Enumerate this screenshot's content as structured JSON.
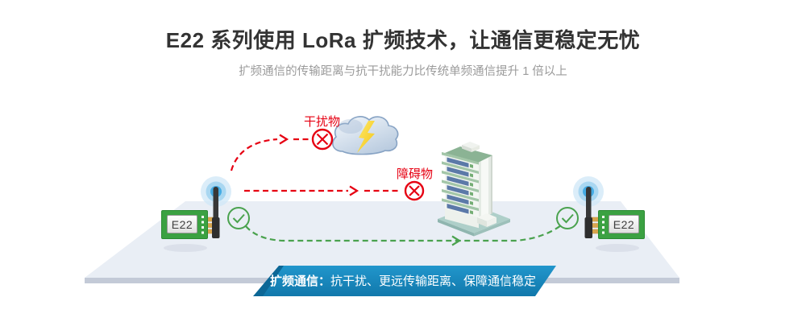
{
  "header": {
    "title": "E22 系列使用 LoRa 扩频技术，让通信更稳定无忧",
    "subtitle": "扩频通信的传输距离与抗干扰能力比传统单频通信提升 1 倍以上"
  },
  "diagram": {
    "left_module": {
      "label": "E22"
    },
    "right_module": {
      "label": "E22"
    },
    "interference_label": "干扰物",
    "obstacle_label": "障碍物",
    "banner": {
      "prefix": "扩频通信：",
      "text": "抗干扰、更远传输距离、保障通信稳定"
    },
    "colors": {
      "red": "#e60012",
      "green": "#4aa24e",
      "banner_blue": "#1787bd",
      "banner_blue_dark": "#0c6796",
      "platform": "#e9eef5",
      "glow_blue": "#45ace4",
      "pcb_green": "#3ba142"
    }
  }
}
